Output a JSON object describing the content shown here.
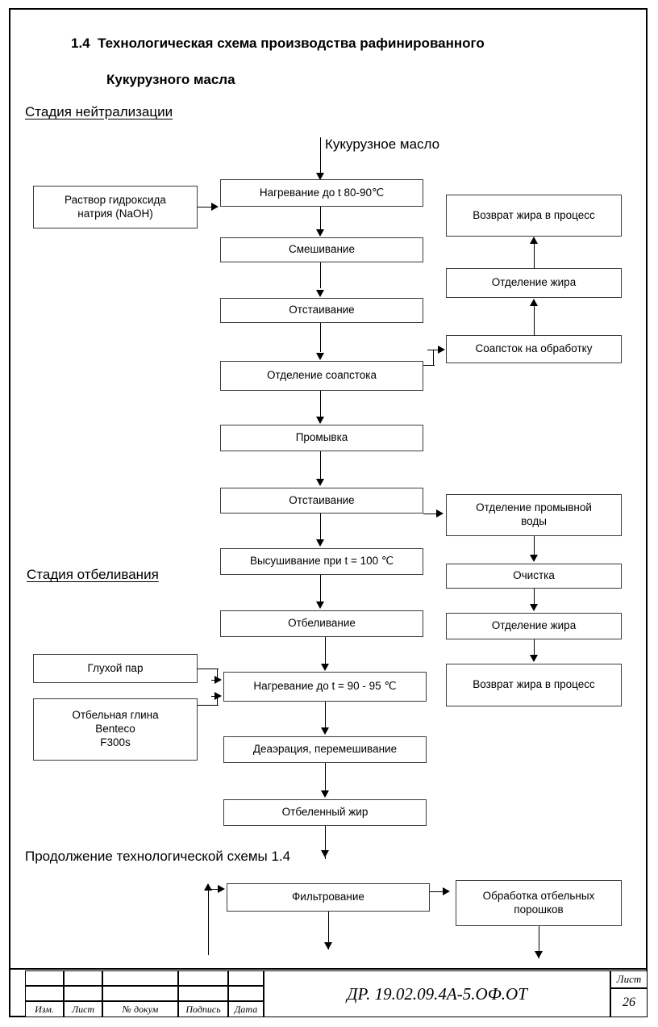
{
  "document": {
    "title_number": "1.4",
    "title_line1": "Технологическая схема производства рафинированного",
    "title_line2": "Кукурузного масла",
    "section_neutralization": "Стадия нейтрализации",
    "section_bleaching": "Стадия отбеливания",
    "continuation": "Продолжение технологической схемы 1.4",
    "input_label": "Кукурузное масло"
  },
  "flow": {
    "center": [
      {
        "id": "heating1",
        "label": "Нагревание до t 80-90℃"
      },
      {
        "id": "mixing",
        "label": "Смешивание"
      },
      {
        "id": "settling1",
        "label": "Отстаивание"
      },
      {
        "id": "soapstock",
        "label": "Отделение соапстока"
      },
      {
        "id": "washing",
        "label": "Промывка"
      },
      {
        "id": "settling2",
        "label": "Отстаивание"
      },
      {
        "id": "drying",
        "label": "Высушивание при t = 100 ℃"
      },
      {
        "id": "bleaching",
        "label": "Отбеливание"
      },
      {
        "id": "heating2",
        "label": "Нагревание до t = 90 - 95 ℃"
      },
      {
        "id": "deaeration",
        "label": "Деаэрация, перемешивание"
      },
      {
        "id": "bleachedfat",
        "label": "Отбеленный жир"
      },
      {
        "id": "filtration",
        "label": "Фильтрование"
      }
    ],
    "left": [
      {
        "id": "naoh",
        "label": "Раствор гидроксида\nнатрия (NaOH)",
        "line1": "Раствор гидроксида",
        "line2": "натрия (NaOH)"
      },
      {
        "id": "steam",
        "label": "Глухой пар"
      },
      {
        "id": "clay",
        "line1": "Отбельная глина",
        "line2": "Benteco",
        "line3": "F300s"
      }
    ],
    "right": [
      {
        "id": "fatreturn1",
        "label": "Возврат жира в процесс"
      },
      {
        "id": "fatsep1",
        "label": "Отделение жира"
      },
      {
        "id": "soapout",
        "label": "Соапсток на обработку"
      },
      {
        "id": "washwater",
        "line1": "Отделение промывной",
        "line2": "воды"
      },
      {
        "id": "cleaning",
        "label": "Очистка"
      },
      {
        "id": "fatsep2",
        "label": "Отделение жира"
      },
      {
        "id": "fatreturn2",
        "label": "Возврат жира в процесс"
      },
      {
        "id": "powders",
        "line1": "Обработка отбельных",
        "line2": "порошков"
      }
    ]
  },
  "stamp": {
    "col_izm": "Изм.",
    "col_list": "Лист",
    "col_doc": "№ докум",
    "col_sign": "Подпись",
    "col_date": "Дата",
    "designation": "ДР. 19.02.09.4А-5.ОФ.ОТ",
    "sheet_label": "Лист",
    "sheet_number": "26"
  },
  "colors": {
    "ink": "#000000",
    "box_border": "#3a3a3a",
    "paper": "#ffffff"
  }
}
